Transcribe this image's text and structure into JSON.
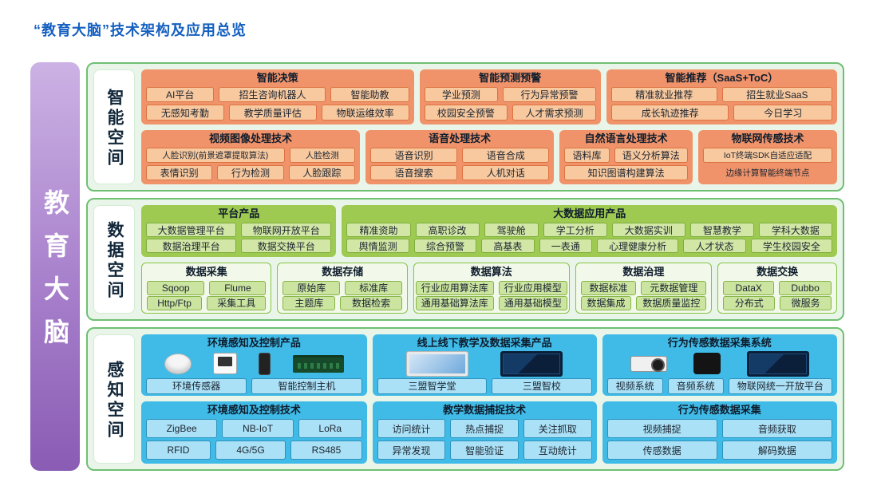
{
  "title": "“教育大脑”技术架构及应用总览",
  "brain": "教育大脑",
  "spaces": [
    {
      "label": "智能空间",
      "rows": [
        {
          "groups": [
            {
              "title": "智能决策",
              "item_rows": [
                [
                  "AI平台",
                  "招生咨询机器人",
                  "智能助教"
                ],
                [
                  "无感知考勤",
                  "教学质量评估",
                  "物联运维效率"
                ]
              ]
            },
            {
              "title": "智能预测预警",
              "item_rows": [
                [
                  "学业预测",
                  "行为异常预警"
                ],
                [
                  "校园安全预警",
                  "人才需求预测"
                ]
              ]
            },
            {
              "title": "智能推荐（SaaS+ToC）",
              "item_rows": [
                [
                  "精准就业推荐",
                  "招生就业SaaS"
                ],
                [
                  "成长轨迹推荐",
                  "今日学习"
                ]
              ]
            }
          ]
        },
        {
          "groups": [
            {
              "title": "视频图像处理技术",
              "item_rows": [
                [
                  "人脸识别(前景遮罩提取算法)",
                  "人脸检测"
                ],
                [
                  "表情识别",
                  "行为检测",
                  "人脸跟踪"
                ]
              ]
            },
            {
              "title": "语音处理技术",
              "item_rows": [
                [
                  "语音识别",
                  "语音合成"
                ],
                [
                  "语音搜索",
                  "人机对话"
                ]
              ]
            },
            {
              "title": "自然语言处理技术",
              "item_rows": [
                [
                  "语料库",
                  "语义分析算法"
                ],
                [
                  "知识图谱构建算法"
                ]
              ]
            },
            {
              "title": "物联网传感技术",
              "item_rows": [
                [
                  "IoT终端SDK自适应适配"
                ],
                [
                  "边缘计算智能终端节点"
                ]
              ]
            }
          ]
        }
      ]
    },
    {
      "label": "数据空间",
      "rows": [
        {
          "groups": [
            {
              "title": "平台产品",
              "item_rows": [
                [
                  "大数据管理平台",
                  "物联网开放平台"
                ],
                [
                  "数据治理平台",
                  "数据交换平台"
                ]
              ]
            },
            {
              "title": "大数据应用产品",
              "item_rows": [
                [
                  "精准资助",
                  "高职诊改",
                  "驾驶舱",
                  "学工分析",
                  "大数据实训",
                  "智慧教学",
                  "学科大数据"
                ],
                [
                  "舆情监测",
                  "综合预警",
                  "高基表",
                  "一表通",
                  "心理健康分析",
                  "人才状态",
                  "学生校园安全"
                ]
              ]
            }
          ]
        },
        {
          "groups": [
            {
              "title": "数据采集",
              "item_rows": [
                [
                  "Sqoop",
                  "Flume"
                ],
                [
                  "Http/Ftp",
                  "采集工具"
                ]
              ]
            },
            {
              "title": "数据存储",
              "item_rows": [
                [
                  "原始库",
                  "标准库"
                ],
                [
                  "主题库",
                  "数据检索"
                ]
              ]
            },
            {
              "title": "数据算法",
              "item_rows": [
                [
                  "行业应用算法库",
                  "行业应用模型"
                ],
                [
                  "通用基础算法库",
                  "通用基础模型"
                ]
              ]
            },
            {
              "title": "数据治理",
              "item_rows": [
                [
                  "数据标准",
                  "元数据管理"
                ],
                [
                  "数据集成",
                  "数据质量监控"
                ]
              ]
            },
            {
              "title": "数据交换",
              "item_rows": [
                [
                  "DataX",
                  "Dubbo"
                ],
                [
                  "分布式",
                  "微服务"
                ]
              ]
            }
          ]
        }
      ]
    },
    {
      "label": "感知空间",
      "rows": [
        {
          "groups": [
            {
              "title": "环境感知及控制产品",
              "item_rows": [
                [
                  "环境传感器",
                  "智能控制主机"
                ]
              ],
              "images": [
                "environment-sensor",
                "control-panel",
                "handheld-terminal",
                "smart-controller-host"
              ]
            },
            {
              "title": "线上线下教学及数据采集产品",
              "item_rows": [
                [
                  "三盟智学堂",
                  "三盟智校"
                ]
              ],
              "images": [
                "smart-study-hall-screen",
                "smart-campus-screen"
              ]
            },
            {
              "title": "行为传感数据采集系统",
              "item_rows": [
                [
                  "视频系统",
                  "音频系统",
                  "物联网统一开放平台"
                ]
              ],
              "images": [
                "camera",
                "audio-device",
                "iot-platform-screen"
              ]
            }
          ]
        },
        {
          "groups": [
            {
              "title": "环境感知及控制技术",
              "item_rows": [
                [
                  "ZigBee",
                  "NB-IoT",
                  "LoRa"
                ],
                [
                  "RFID",
                  "4G/5G",
                  "RS485"
                ]
              ]
            },
            {
              "title": "教学数据捕捉技术",
              "item_rows": [
                [
                  "访问统计",
                  "热点捕捉",
                  "关注抓取"
                ],
                [
                  "异常发现",
                  "智能验证",
                  "互动统计"
                ]
              ]
            },
            {
              "title": "行为传感数据采集",
              "item_rows": [
                [
                  "视频捕捉",
                  "音频获取"
                ],
                [
                  "传感数据",
                  "解码数据"
                ]
              ]
            }
          ]
        }
      ]
    }
  ]
}
